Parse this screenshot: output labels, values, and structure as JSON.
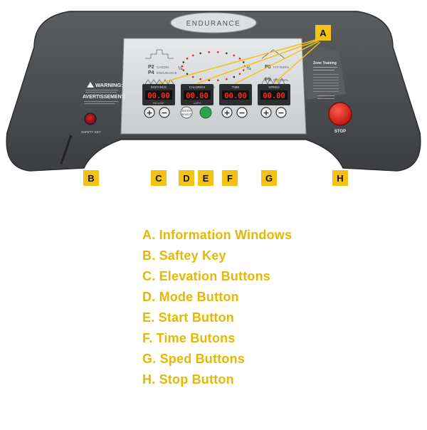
{
  "console": {
    "brand": "ENDURANCE",
    "programs": {
      "p2": {
        "num": "P2",
        "label": "CARDIO"
      },
      "p3": {
        "num": "P3",
        "label": "FAT BURN"
      },
      "p4": {
        "num": "P4",
        "label": "ENDURANCE"
      },
      "p5": {
        "num": "P5",
        "label": "INTERVAL"
      }
    },
    "lap_marks": {
      "quarter": "¼",
      "half": "½",
      "three_quarter": "¾"
    },
    "windows": [
      {
        "label": "DISTANCE",
        "value": "00.00",
        "sublabel": "INCLINE"
      },
      {
        "label": "CALORIES",
        "value": "00.00",
        "sublabel": "LAPS"
      },
      {
        "label": "TIME",
        "value": "00.00",
        "sublabel": ""
      },
      {
        "label": "SPEED",
        "value": "00.00",
        "sublabel": ""
      }
    ],
    "mode_button_line1": "ENTER",
    "mode_button_line2": "SELECT",
    "plus_symbol": "+",
    "minus_symbol": "−",
    "warning_title": "WARNING:",
    "warning_title_fr": "AVERTISSEMENT:",
    "safety_key_label": "SAFETY KEY",
    "zone_training_title": "Zone Training",
    "stop_label": "STOP"
  },
  "callouts": {
    "a": "A",
    "b": "B",
    "c": "C",
    "d": "D",
    "e": "E",
    "f": "F",
    "g": "G",
    "h": "H"
  },
  "legend": [
    "A. Information Windows",
    "B. Saftey Key",
    "C. Elevation Buttons",
    "D. Mode Button",
    "E. Start Button",
    "F. Time Butons",
    "G. Sped Buttons",
    "H. Stop Button"
  ],
  "colors": {
    "callout_fill": "#f3c212",
    "legend_text": "#e6b800",
    "console_body": "#4a4d50",
    "led_digits": "#ff2a1a",
    "stop_button": "#e2231a",
    "start_button": "#2aa34a"
  }
}
